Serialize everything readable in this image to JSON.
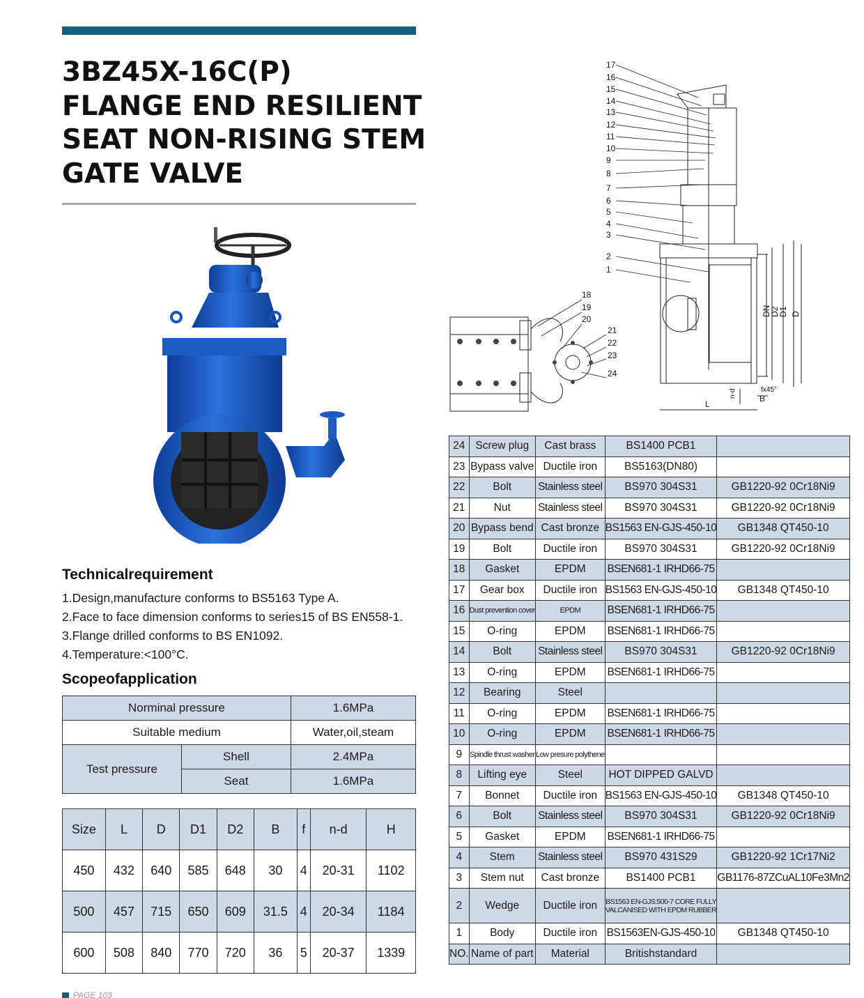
{
  "title": {
    "line1": "3BZ45X-16C(P)",
    "line2": "FLANGE END RESILIENT",
    "line3": "SEAT NON-RISING STEM",
    "line4": "GATE VALVE"
  },
  "technical": {
    "heading": "Technicalrequirement",
    "items": [
      "1.Design,manufacture conforms to BS5163 Type A.",
      "2.Face to face dimension conforms to series15 of BS EN558-1.",
      "3.Flange drilled conforms to BS EN1092.",
      "4.Temperature:<100°C."
    ]
  },
  "scope": {
    "heading": "Scopeofapplication",
    "nominal_label": "Norminal pressure",
    "nominal_value": "1.6MPa",
    "medium_label": "Suitable medium",
    "medium_value": "Water,oil,steam",
    "test_label": "Test pressure",
    "shell_label": "Shell",
    "shell_value": "2.4MPa",
    "seat_label": "Seat",
    "seat_value": "1.6MPa"
  },
  "dimensions": {
    "headers": [
      "Size",
      "L",
      "D",
      "D1",
      "D2",
      "B",
      "f",
      "n-d",
      "H"
    ],
    "rows": [
      [
        "450",
        "432",
        "640",
        "585",
        "648",
        "30",
        "4",
        "20-31",
        "1102"
      ],
      [
        "500",
        "457",
        "715",
        "650",
        "609",
        "31.5",
        "4",
        "20-34",
        "1184"
      ],
      [
        "600",
        "508",
        "840",
        "770",
        "720",
        "36",
        "5",
        "20-37",
        "1339"
      ]
    ]
  },
  "parts": {
    "rows": [
      [
        "24",
        "Screw plug",
        "Cast brass",
        "BS1400 PCB1",
        ""
      ],
      [
        "23",
        "Bypass valve",
        "Ductile iron",
        "BS5163(DN80)",
        ""
      ],
      [
        "22",
        "Bolt",
        "Stainless steel",
        "BS970 304S31",
        "GB1220-92 0Cr18Ni9"
      ],
      [
        "21",
        "Nut",
        "Stainless steel",
        "BS970 304S31",
        "GB1220-92 0Cr18Ni9"
      ],
      [
        "20",
        "Bypass bend",
        "Cast bronze",
        "BS1563 EN-GJS-450-10",
        "GB1348 QT450-10"
      ],
      [
        "19",
        "Bolt",
        "Ductile iron",
        "BS970 304S31",
        "GB1220-92 0Cr18Ni9"
      ],
      [
        "18",
        "Gasket",
        "EPDM",
        "BSEN681-1 IRHD66-75",
        ""
      ],
      [
        "17",
        "Gear box",
        "Ductile iron",
        "BS1563 EN-GJS-450-10",
        "GB1348 QT450-10"
      ],
      [
        "16",
        "Dust prevention cover",
        "EPDM",
        "BSEN681-1 IRHD66-75",
        ""
      ],
      [
        "15",
        "O-ring",
        "EPDM",
        "BSEN681-1 IRHD66-75",
        ""
      ],
      [
        "14",
        "Bolt",
        "Stainless steel",
        "BS970 304S31",
        "GB1220-92 0Cr18Ni9"
      ],
      [
        "13",
        "O-ring",
        "EPDM",
        "BSEN681-1 IRHD66-75",
        ""
      ],
      [
        "12",
        "Bearing",
        "Steel",
        "",
        ""
      ],
      [
        "11",
        "O-ring",
        "EPDM",
        "BSEN681-1 IRHD66-75",
        ""
      ],
      [
        "10",
        "O-ring",
        "EPDM",
        "BSEN681-1 IRHD66-75",
        ""
      ],
      [
        "9",
        "Spindle thrust washer",
        "Low presure polythene",
        "",
        ""
      ],
      [
        "8",
        "Lifting eye",
        "Steel",
        "HOT DIPPED GALVD",
        ""
      ],
      [
        "7",
        "Bonnet",
        "Ductile iron",
        "BS1563 EN-GJS-450-10",
        "GB1348 QT450-10"
      ],
      [
        "6",
        "Bolt",
        "Stainless steel",
        "BS970 304S31",
        "GB1220-92 0Cr18Ni9"
      ],
      [
        "5",
        "Gasket",
        "EPDM",
        "BSEN681-1 IRHD66-75",
        ""
      ],
      [
        "4",
        "Stem",
        "Stainless steel",
        "BS970 431S29",
        "GB1220-92 1Cr17Ni2"
      ],
      [
        "3",
        "Stem nut",
        "Cast bronze",
        "BS1400 PCB1",
        "GB1176-87ZCuAL10Fe3Mn2"
      ],
      [
        "2",
        "Wedge",
        "Ductile iron",
        "BS1563 EN-GJS:500-7 CORE FULLY VALCANISED WITH EPDM RUBBER",
        ""
      ],
      [
        "1",
        "Body",
        "Ductile iron",
        "BS1563EN-GJS-450-10",
        "GB1348 QT450-10"
      ]
    ],
    "footer": [
      "NO.",
      "Name of part",
      "Material",
      "Britishstandard",
      ""
    ]
  },
  "drawing": {
    "callouts": [
      "17",
      "16",
      "15",
      "14",
      "13",
      "12",
      "11",
      "10",
      "9",
      "8",
      "7",
      "6",
      "5",
      "4",
      "3",
      "2",
      "1"
    ],
    "bypass_callouts": [
      "18",
      "19",
      "20",
      "21",
      "22",
      "23",
      "24"
    ],
    "dims": {
      "dn": "DN",
      "d2": "D2",
      "d1": "D1",
      "d": "D",
      "l": "L",
      "nd": "n-d",
      "b": "B",
      "fx": "fx45°"
    }
  },
  "footer": {
    "text": "PAGE 103"
  },
  "colors": {
    "accent": "#0f5f7e",
    "row_shade": "#cfd9e6",
    "valve_blue": "#1e63c8"
  }
}
